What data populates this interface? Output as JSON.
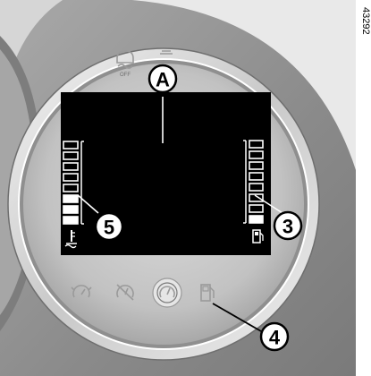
{
  "reference_code": "43292",
  "callouts": {
    "a": "A",
    "three": "3",
    "four": "4",
    "five": "5"
  },
  "indicators": {
    "esp_off_text": "OFF"
  },
  "gauges": {
    "left": {
      "name": "coolant-temperature-gauge",
      "segments": 8,
      "lit_from_bottom": 3,
      "icon": "coolant-temperature-icon"
    },
    "right": {
      "name": "fuel-level-gauge",
      "segments": 8,
      "lit_from_bottom": 1,
      "icon": "fuel-pump-icon"
    }
  },
  "warning_icons": [
    "speed-limiter-icon",
    "cruise-control-icon",
    "cruise-control-active-icon",
    "fuel-pump-icon"
  ],
  "colors": {
    "background": "#ffffff",
    "bezel": "#8c8c8c",
    "ring": "#d8d8d8",
    "screen": "#000000",
    "dial": "#bdbdbd"
  }
}
